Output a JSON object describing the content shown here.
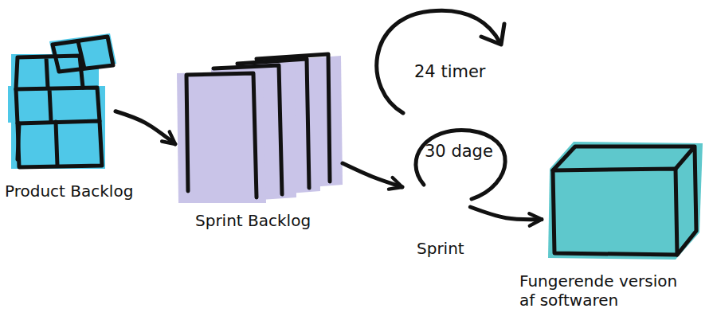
{
  "diagram": {
    "nodes": [
      {
        "text": [
          "Product Backlog"
        ]
      },
      {
        "text": [
          "Sprint Backlog"
        ]
      },
      {
        "text": [
          "Sprint"
        ]
      },
      {
        "text": [
          "Fungerende version af softwaren"
        ]
      }
    ],
    "edges": [
      {
        "from": 0,
        "to": 1,
        "arrow": "to"
      },
      {
        "from": 1,
        "to": 2,
        "arrow": "to"
      },
      {
        "from": 2,
        "to": 3,
        "arrow": "to"
      }
    ],
    "labels": [
      "24 timer",
      "30 dage"
    ]
  }
}
